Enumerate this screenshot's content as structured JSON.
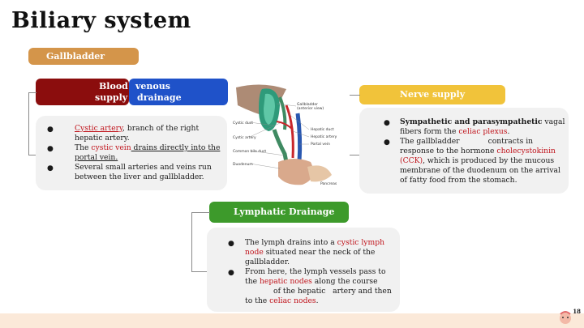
{
  "title": "Biliary system",
  "gallbladder_label": "Gallbladder",
  "blood_supply": {
    "line1": "Blood",
    "line2": "supply"
  },
  "venous_drainage": {
    "line1": "venous",
    "line2": "drainage"
  },
  "nerve_supply": "Nerve supply",
  "lymphatic_drainage": "Lymphatic Drainage",
  "blood_items": {
    "a1": "Cystic artery",
    "a2": ", branch of the right hepatic artery.",
    "b1": "The ",
    "b2": "cystic vein",
    "b3": " drains directly into the portal vein.",
    "c1": "Several small arteries and veins run between the liver and gallbladder."
  },
  "nerve_items": {
    "a1": "Sympathetic and parasympathetic",
    "a2": " vagal fibers form the ",
    "a3": "celiac plexus",
    "a4": ".",
    "b1": "The gallbladder",
    "b2": "contracts in response to the hormone ",
    "b3": "cholecystokinin (CCK)",
    "b4": ", which is produced by the mucous membrane of the duodenum on the arrival of fatty food from the stomach."
  },
  "lymph_items": {
    "a1": "The lymph drains into a ",
    "a2": "cystic lymph node",
    "a3": " situated near the neck of the gallbladder.",
    "b1": "From here, the lymph vessels pass to the ",
    "b2": "hepatic nodes",
    "b3": " along the course",
    "b4": "of the hepatic",
    "b5": "artery and then to the ",
    "b6": "celiac nodes",
    "b7": "."
  },
  "figure_labels": {
    "l1": "Gallbladder",
    "l2": "(anterior view)",
    "l3": "Cystic duct",
    "l4": "Hepatic duct",
    "l5": "Cystic artery",
    "l6": "Hepatic artery",
    "l7": "Portal vein",
    "l8": "Common bile duct",
    "l9": "Duodenum",
    "l10": "Pancreas"
  },
  "page_number": "18",
  "colors": {
    "accent_orange": "#d4954a",
    "blood_red": "#8b0d0d",
    "venous_blue": "#1f52c9",
    "nerve_yellow": "#f1c33a",
    "lymph_green": "#3d9a2b",
    "text_red": "#c0141c"
  }
}
